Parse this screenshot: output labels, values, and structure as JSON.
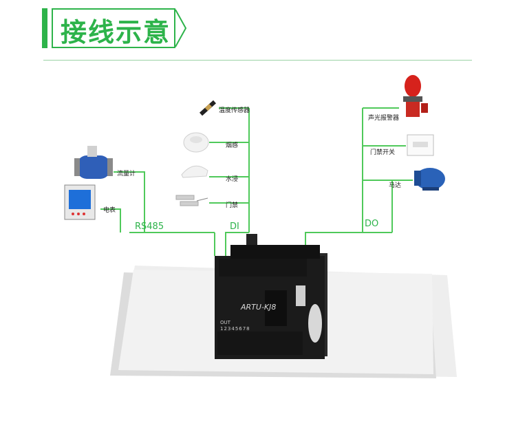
{
  "header": {
    "title": "接线示意"
  },
  "device": {
    "model": "ARTU-KJ8",
    "out_label": "OUT",
    "out_numbers": "12345678"
  },
  "groups": {
    "rs485": "RS485",
    "di": "DI",
    "do": "DO"
  },
  "rs485_devices": [
    {
      "label": "流量计",
      "icon": "flowmeter-icon"
    },
    {
      "label": "电表",
      "icon": "power-meter-icon"
    }
  ],
  "di_devices": [
    {
      "label": "温度传感器",
      "icon": "temperature-sensor-icon"
    },
    {
      "label": "烟感",
      "icon": "smoke-detector-icon"
    },
    {
      "label": "水浸",
      "icon": "water-sensor-icon"
    },
    {
      "label": "门禁",
      "icon": "door-contact-icon"
    }
  ],
  "do_devices": [
    {
      "label": "声光报警器",
      "icon": "alarm-light-icon"
    },
    {
      "label": "门禁开关",
      "icon": "exit-button-icon"
    },
    {
      "label": "马达",
      "icon": "motor-icon"
    }
  ],
  "colors": {
    "accent": "#2db34a",
    "line": "#4fc95a",
    "device_body": "#1b1b1b"
  }
}
